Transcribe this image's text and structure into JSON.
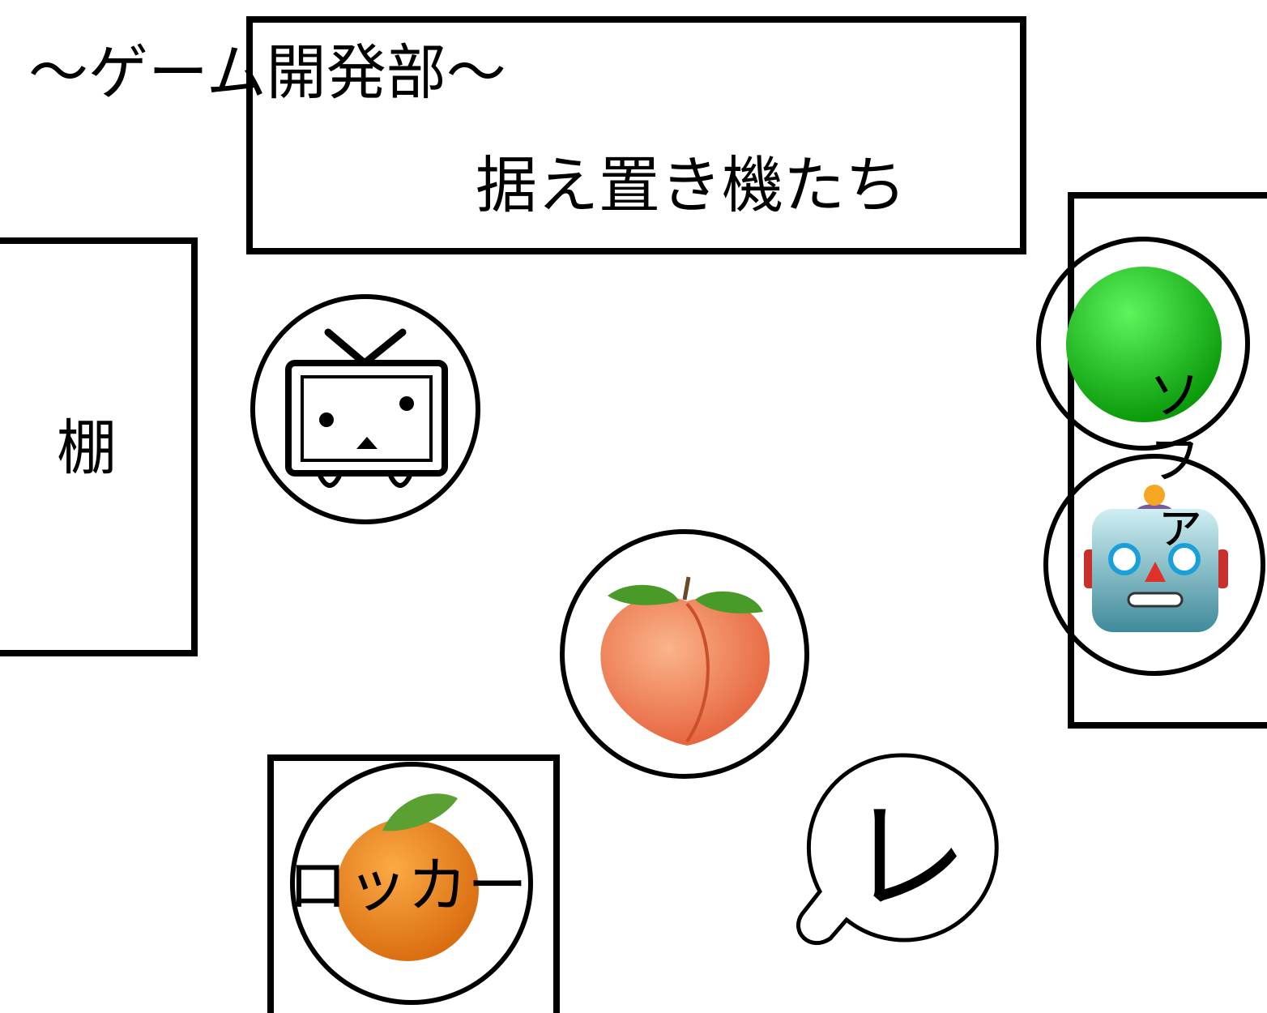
{
  "title": "〜ゲーム開発部〜",
  "areas": {
    "consoles": "据え置き機たち",
    "shelf": "棚",
    "sofa": [
      "ソ",
      "フ",
      "ァ"
    ],
    "locker": "ロッカー"
  },
  "bubble": {
    "text": "レ"
  },
  "icons": [
    "niconico-tv-icon",
    "green-ball-icon",
    "robot-icon",
    "peach-icon",
    "orange-icon",
    "speech-bubble-icon"
  ],
  "colors": {
    "line": "#000000",
    "green": "#1fa51f",
    "peach": "#f0885a",
    "orange": "#f08a1e",
    "robot": "#9ccfd8"
  }
}
